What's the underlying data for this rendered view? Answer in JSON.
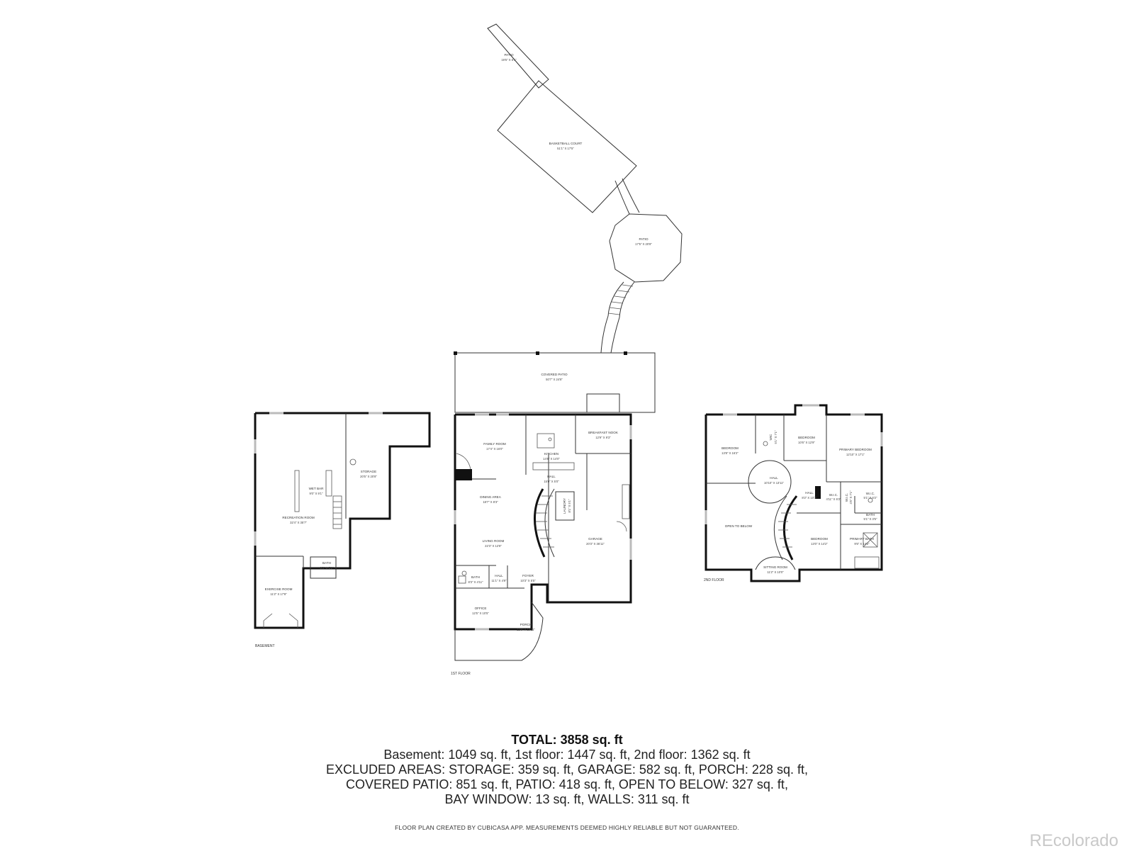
{
  "floors": {
    "basement_label": "BASEMENT",
    "first_label": "1ST FLOOR",
    "second_label": "2ND FLOOR"
  },
  "rooms": {
    "patio_top": {
      "name": "PATIO",
      "dims": "19'5\" X 6'1\""
    },
    "basketball_court": {
      "name": "BASKETBALL COURT",
      "dims": "51'1\" X 17'5\""
    },
    "patio_round": {
      "name": "PATIO",
      "dims": "17'5\" X 20'8\""
    },
    "covered_patio": {
      "name": "COVERED PATIO",
      "dims": "50'7\" X 24'8\""
    },
    "wet_bar": {
      "name": "WET BAR",
      "dims": "9'0\" X 9'1\""
    },
    "recreation_room": {
      "name": "RECREATION ROOM",
      "dims": "32'4\" X 35'7\""
    },
    "storage": {
      "name": "STORAGE",
      "dims": "20'5\" X 20'8\""
    },
    "bath_basement": {
      "name": "BATH",
      "dims": "8'0\" X 5'1\""
    },
    "exercise_room": {
      "name": "EXERCISE ROOM",
      "dims": "11'2\" X 17'8\""
    },
    "family_room": {
      "name": "FAMILY ROOM",
      "dims": "17'4\" X 16'0\""
    },
    "kitchen": {
      "name": "KITCHEN",
      "dims": "14'8\" X 14'0\""
    },
    "breakfast_nook": {
      "name": "BREAKFAST NOOK",
      "dims": "12'9\" X 9'3\""
    },
    "hall_1": {
      "name": "HALL",
      "dims": "15'0\" X 5'0\""
    },
    "laundry": {
      "name": "LAUNDRY",
      "dims": "8'1\" X 5'1\""
    },
    "dining_area": {
      "name": "DINING AREA",
      "dims": "18'7\" X 8'3\""
    },
    "living_room": {
      "name": "LIVING ROOM",
      "dims": "22'3\" X 12'8\""
    },
    "garage": {
      "name": "GARAGE",
      "dims": "20'3\" X 36'11\""
    },
    "bath_1": {
      "name": "BATH",
      "dims": "8'3\" X 4'11\""
    },
    "hall_2": {
      "name": "HALL",
      "dims": "11'1\" X 4'9\""
    },
    "foyer": {
      "name": "FOYER",
      "dims": "10'3\" X 5'5\""
    },
    "office": {
      "name": "OFFICE",
      "dims": "12'5\" X 10'5\""
    },
    "porch": {
      "name": "PORCH",
      "dims": "22'8\" X 10'11\""
    },
    "bedroom_a": {
      "name": "BEDROOM",
      "dims": "13'8\" X 16'2\""
    },
    "wic_a": {
      "name": "WIC",
      "dims": "5'1\" X 7'1\""
    },
    "bedroom_b": {
      "name": "BEDROOM",
      "dims": "10'6\" X 12'9\""
    },
    "primary_bedroom": {
      "name": "PRIMARY BEDROOM",
      "dims": "12'10\" X 17'1\""
    },
    "hall_upper": {
      "name": "HALL",
      "dims": "10'10\" X 13'11\""
    },
    "hall_small": {
      "name": "HALL",
      "dims": "8'2\" X 10'3\""
    },
    "wic_b": {
      "name": "W.I.C.",
      "dims": "4'11\" X 6'2\""
    },
    "wic_c": {
      "name": "W.I.C.",
      "dims": "4'5\" X 7'1\""
    },
    "wic_d": {
      "name": "W.I.C.",
      "dims": "5'1\" X 6'2\""
    },
    "bath_2": {
      "name": "BATH",
      "dims": "5'1\" X 3'5\""
    },
    "open_to_below": {
      "name": "OPEN TO BELOW",
      "dims": ""
    },
    "bedroom_c": {
      "name": "BEDROOM",
      "dims": "13'0\" X 14'2\""
    },
    "primary_bath": {
      "name": "PRIMARY BATH",
      "dims": "9'5\" X 14'2\""
    },
    "sitting_room": {
      "name": "SITTING ROOM",
      "dims": "11'2\" X 10'0\""
    }
  },
  "summary": {
    "total": "TOTAL: 3858 sq. ft",
    "line1": "Basement: 1049 sq. ft, 1st floor: 1447 sq. ft, 2nd floor: 1362 sq. ft",
    "line2": "EXCLUDED AREAS: STORAGE: 359 sq. ft, GARAGE: 582 sq. ft, PORCH: 228 sq. ft,",
    "line3": "COVERED PATIO: 851 sq. ft, PATIO: 418 sq. ft, OPEN TO BELOW: 327 sq. ft,",
    "line4": "BAY WINDOW: 13 sq. ft, WALLS: 311 sq. ft"
  },
  "disclaimer": "FLOOR PLAN CREATED BY CUBICASA APP. MEASUREMENTS DEEMED HIGHLY RELIABLE BUT NOT GUARANTEED.",
  "watermark": "REcolorado"
}
